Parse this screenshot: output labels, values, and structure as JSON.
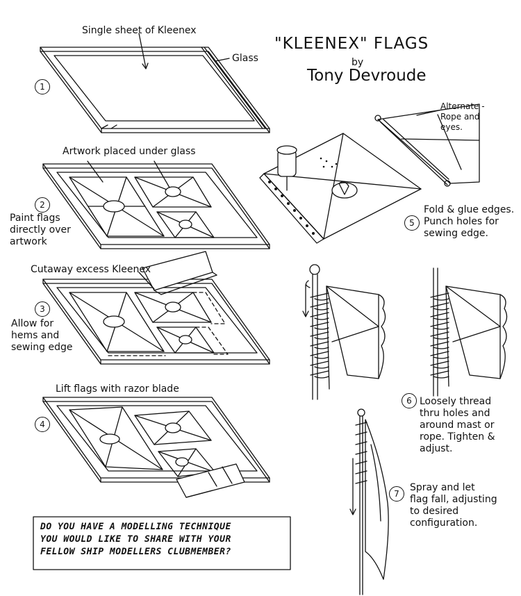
{
  "header": {
    "title": "\"KLEENEX\" FLAGS",
    "by": "by",
    "author": "Tony Devroude"
  },
  "steps": [
    {
      "num": "1",
      "label": "Single sheet of Kleenex",
      "side_label": "Glass"
    },
    {
      "num": "2",
      "label": "Artwork placed under glass",
      "side_label": "Paint flags\ndirectly over\nartwork"
    },
    {
      "num": "3",
      "label": "Cutaway excess Kleenex",
      "side_label": "Allow for\nhems and\nsewing edge"
    },
    {
      "num": "4",
      "label": "Lift flags with razor blade"
    },
    {
      "num": "5",
      "label": "Fold & glue edges.\nPunch holes for\nsewing edge.",
      "side_label": "Alternate -\nRope and\neyes."
    },
    {
      "num": "6",
      "label": "Loosely thread\nthru holes and\naround mast or\nrope. Tighten &\nadjust."
    },
    {
      "num": "7",
      "label": "Spray and let\nflag fall, adjusting\nto desired\nconfiguration."
    }
  ],
  "footer": {
    "question": "DO YOU HAVE A MODELLING TECHNIQUE\nYOU WOULD LIKE TO SHARE WITH YOUR\nFELLOW SHIP MODELLERS CLUBMEMBER?"
  }
}
